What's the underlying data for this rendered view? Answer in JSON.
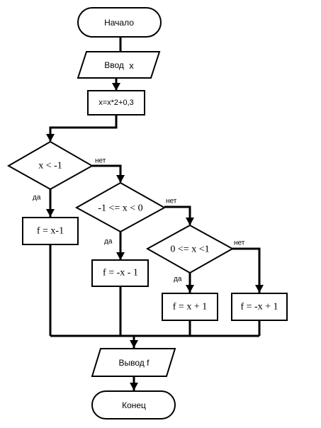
{
  "diagram": {
    "start_label": "Начало",
    "input_label": "Ввод",
    "input_var": "x",
    "assign_label": "x=x*2+0,3",
    "cond1_label": "x < -1",
    "cond2_label": "-1 <= x < 0",
    "cond3_label": "0 <= x <1",
    "result1_label": "f = x-1",
    "result2_label": "f = -x - 1",
    "result3_label": "f = x + 1",
    "result4_label": "f = -x + 1",
    "yes_label": "да",
    "no_label": "нет",
    "output_label": "Вывод f",
    "end_label": "Конец",
    "colors": {
      "stroke": "#000000",
      "fill": "#ffffff"
    }
  }
}
